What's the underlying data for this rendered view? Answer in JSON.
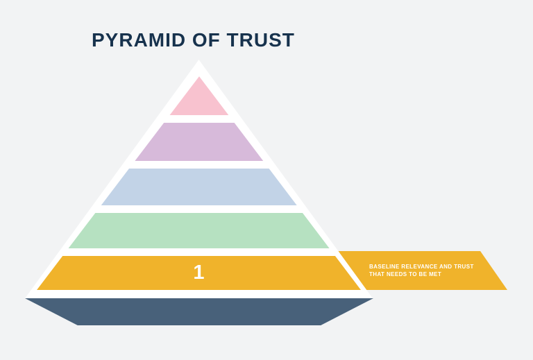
{
  "title": "PYRAMID OF TRUST",
  "pyramid": {
    "layers": [
      {
        "level": 5,
        "name": "level-5-top",
        "color": "#f8c2cf",
        "label": ""
      },
      {
        "level": 4,
        "name": "level-4",
        "color": "#d7bada",
        "label": ""
      },
      {
        "level": 3,
        "name": "level-3",
        "color": "#c2d3e7",
        "label": ""
      },
      {
        "level": 2,
        "name": "level-2",
        "color": "#b6e1c1",
        "label": ""
      },
      {
        "level": 1,
        "name": "level-1-bottom",
        "color": "#f0b32b",
        "label": "1"
      }
    ],
    "outline_color": "#ffffff",
    "base_color": "#48617a"
  },
  "callout": {
    "line1": "BASELINE RELEVANCE AND TRUST",
    "line2": "THAT NEEDS TO BE MET",
    "color": "#f0b32b",
    "text_color": "#ffffff",
    "points_to_level": 1
  },
  "colors": {
    "background": "#f2f3f4",
    "title": "#17324d"
  }
}
